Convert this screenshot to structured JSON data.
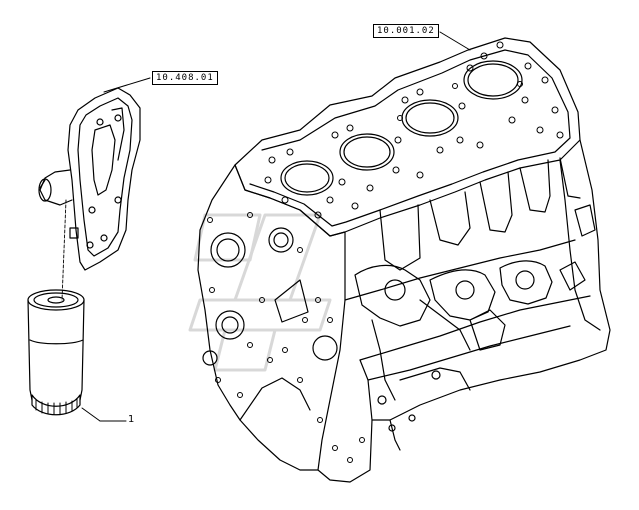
{
  "callouts": {
    "engine_block": "10.001.02",
    "oil_filter_head": "10.408.01",
    "oil_filter": "1"
  },
  "colors": {
    "line": "#000000",
    "background": "#ffffff",
    "watermark": "#c8c8c8"
  }
}
